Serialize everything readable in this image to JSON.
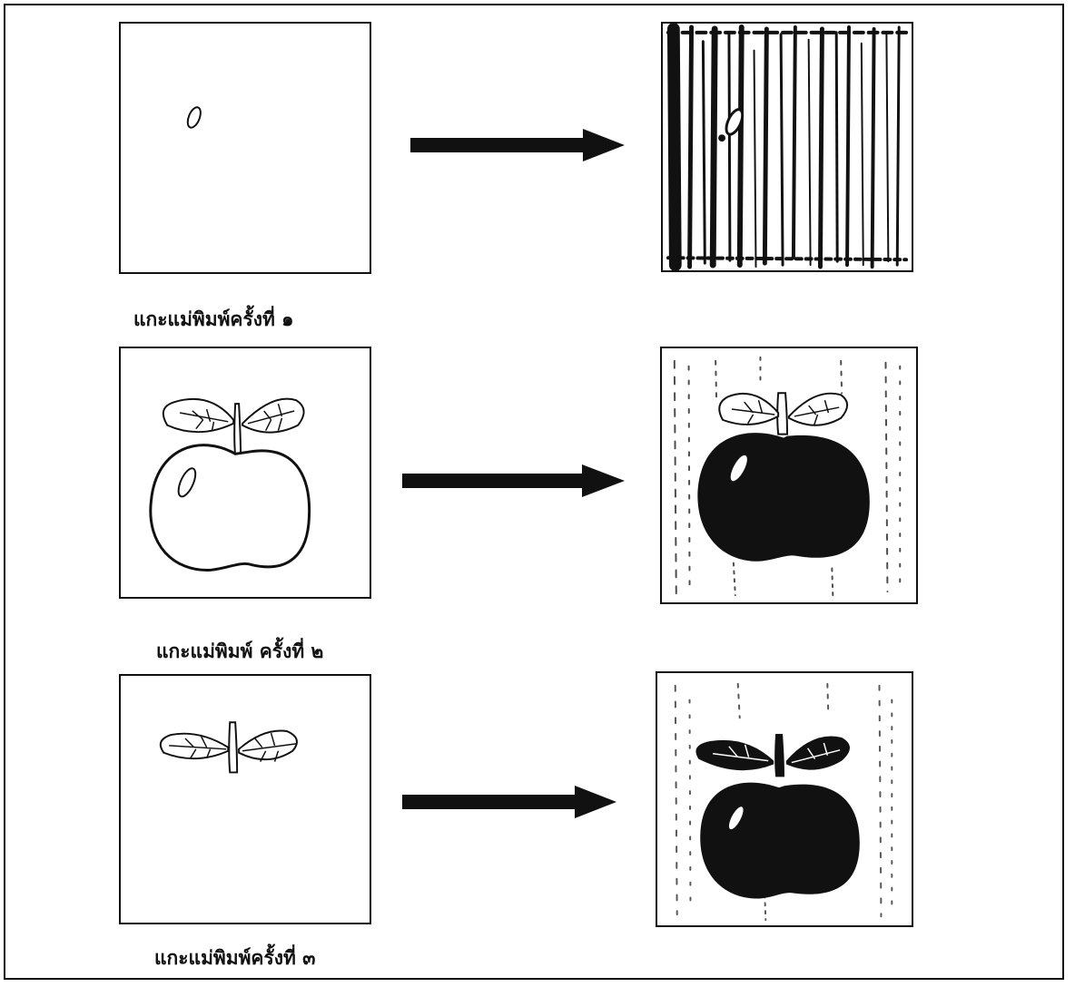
{
  "steps": [
    {
      "caption": "แกะแม่พิมพ์ครั้งที่ ๑"
    },
    {
      "caption": "แกะแม่พิมพ์ ครั้งที่ ๒"
    },
    {
      "caption": "แกะแม่พิมพ์ครั้งที่ ๓"
    }
  ],
  "colors": {
    "ink": "#111111",
    "paper": "#ffffff"
  },
  "icons": {
    "arrow": "right-arrow-icon"
  }
}
